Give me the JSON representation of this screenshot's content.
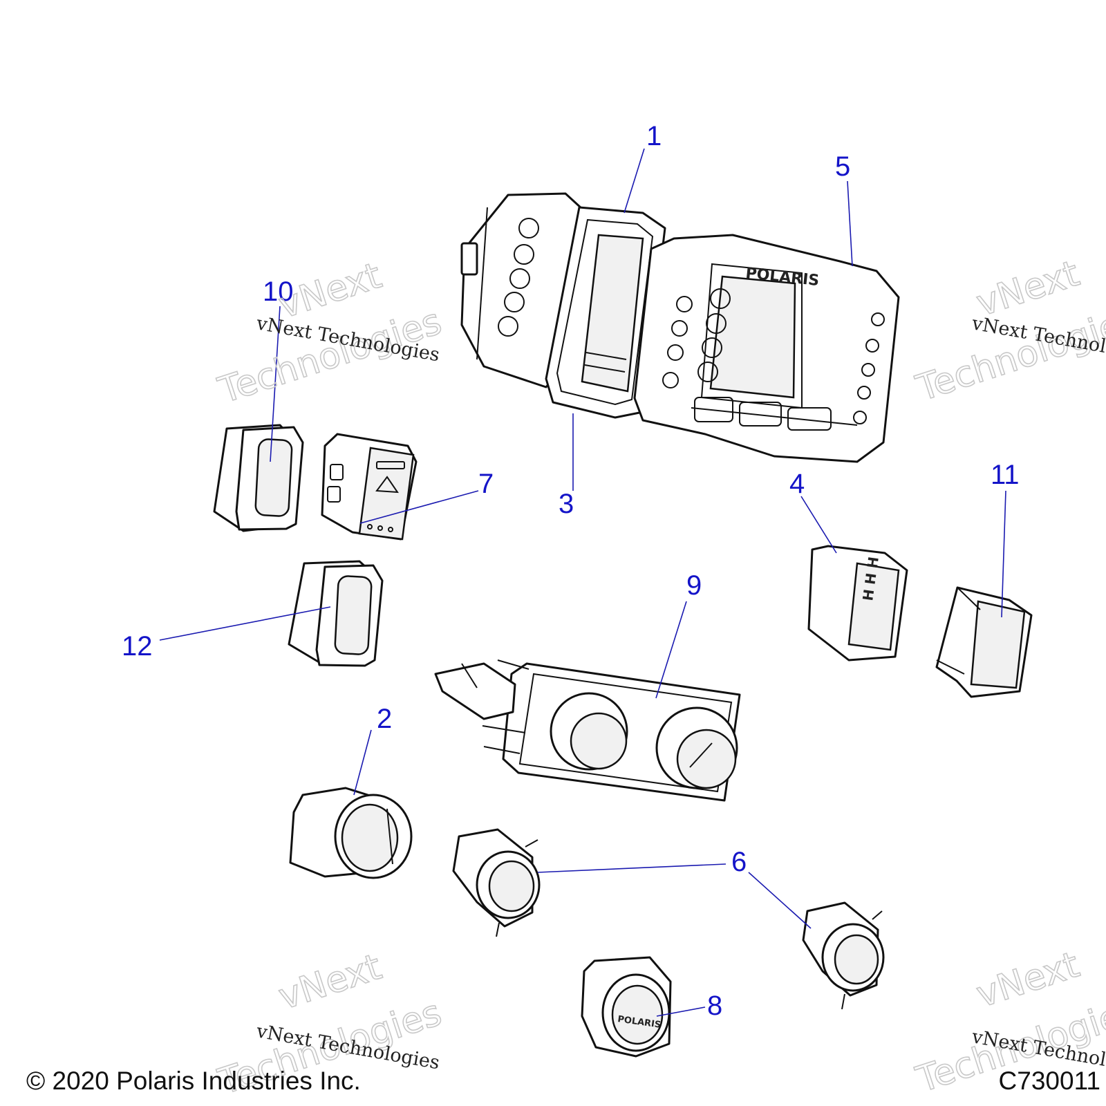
{
  "callouts": [
    {
      "id": "1",
      "label": "1"
    },
    {
      "id": "2",
      "label": "2"
    },
    {
      "id": "3",
      "label": "3"
    },
    {
      "id": "4",
      "label": "4"
    },
    {
      "id": "5",
      "label": "5"
    },
    {
      "id": "6",
      "label": "6"
    },
    {
      "id": "7",
      "label": "7"
    },
    {
      "id": "8",
      "label": "8"
    },
    {
      "id": "9",
      "label": "9"
    },
    {
      "id": "10",
      "label": "10"
    },
    {
      "id": "11",
      "label": "11"
    },
    {
      "id": "12",
      "label": "12"
    }
  ],
  "brand_logo": "POLARIS",
  "watermark": {
    "big_line1": "vNext",
    "big_line2": "Technologies",
    "small": "vNext Technologies"
  },
  "footer": {
    "copyright": "© 2020 Polaris Industries Inc.",
    "figure_id": "C730011"
  }
}
